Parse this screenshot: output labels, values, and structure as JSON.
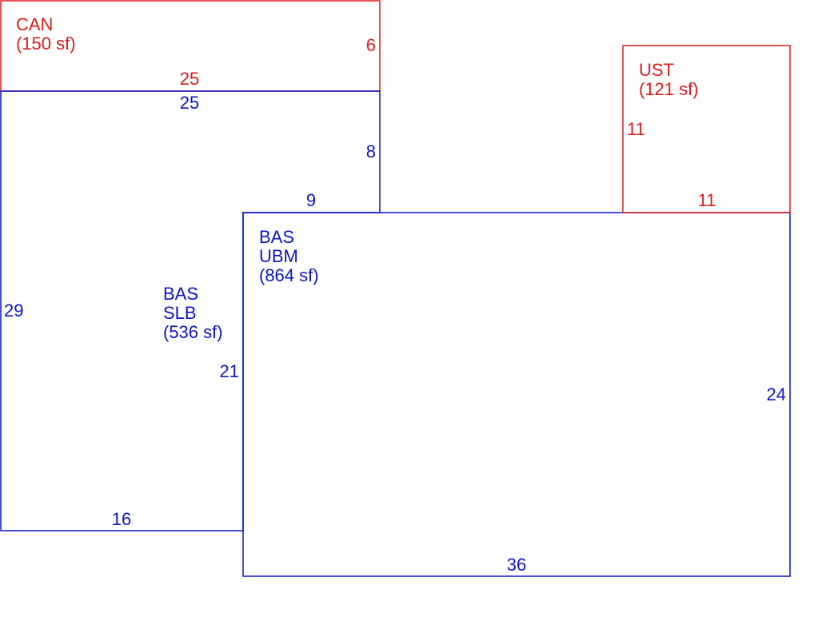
{
  "colors": {
    "blue": "#0a14c8",
    "red": "#e01b1b",
    "background": "#ffffff"
  },
  "areas": [
    {
      "id": "can",
      "color": "red",
      "lines": [
        "CAN",
        "(150 sf)"
      ]
    },
    {
      "id": "bas_slb",
      "color": "blue",
      "lines": [
        "BAS",
        "SLB",
        "(536 sf)"
      ]
    },
    {
      "id": "bas_ubm",
      "color": "blue",
      "lines": [
        "BAS",
        "UBM",
        "(864 sf)"
      ]
    },
    {
      "id": "ust",
      "color": "red",
      "lines": [
        "UST",
        "(121 sf)"
      ]
    }
  ],
  "dimensions": {
    "can_top_width": "25",
    "can_right_height": "6",
    "slb_top_width": "25",
    "slb_upper_right_height": "8",
    "slb_notch_width": "9",
    "slb_left_height": "29",
    "slb_inner_height": "21",
    "slb_bottom_width": "16",
    "ubm_right_height": "24",
    "ubm_bottom_width": "36",
    "ust_left_height": "11",
    "ust_bottom_width": "11"
  }
}
